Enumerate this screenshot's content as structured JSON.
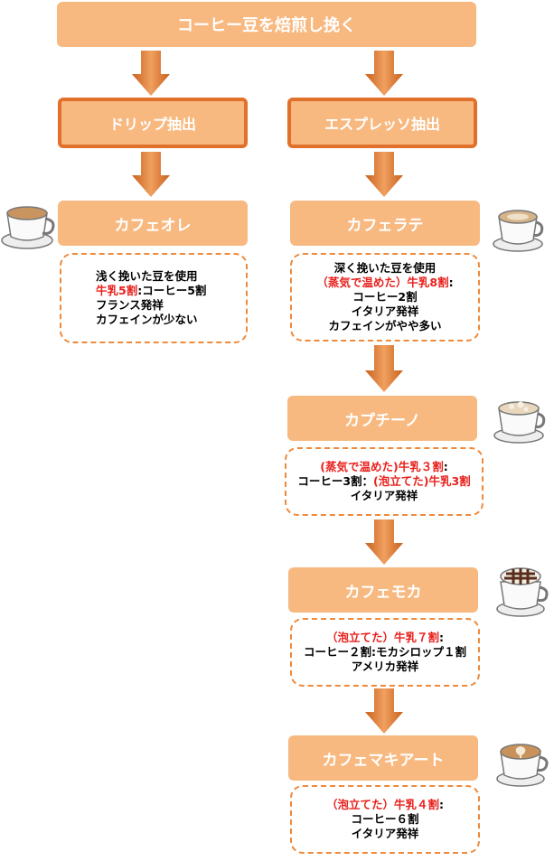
{
  "top": {
    "title": "コーヒー豆を焙煎し挽く"
  },
  "methods": {
    "drip": "ドリップ抽出",
    "espresso": "エスプレッソ抽出"
  },
  "cafe_au_lait": {
    "name": "カフェオレ",
    "l1": "浅く挽いた豆を使用",
    "l2_red": "牛乳5割",
    "l2_black": ":コーヒー5割",
    "l3": "フランス発祥",
    "l4": "カフェインが少ない"
  },
  "cafe_latte": {
    "name": "カフェラテ",
    "l1": "深く挽いた豆を使用",
    "l2_red": "（蒸気で温めた）牛乳8割",
    "l2_black": ":",
    "l3": "コーヒー2割",
    "l4": "イタリア発祥",
    "l5": "カフェインがやや多い"
  },
  "cappuccino": {
    "name": "カプチーノ",
    "l1_red": "(蒸気で温めた)牛乳３割",
    "l1_black": ":",
    "l2_black": "コーヒー3割：",
    "l2_red": "(泡立てた)牛乳3割",
    "l3": "イタリア発祥"
  },
  "cafe_mocha": {
    "name": "カフェモカ",
    "l1_red": "（泡立てた）牛乳７割",
    "l1_black": ":",
    "l2": "コーヒー２割:モカシロップ１割",
    "l3": "アメリカ発祥"
  },
  "macchiato": {
    "name": "カフェマキアート",
    "l1_red": "（泡立てた）牛乳４割",
    "l1_black": ":",
    "l2": "コーヒー６割",
    "l3": "イタリア発祥"
  },
  "colors": {
    "box_fill": "#f8b981",
    "box_border": "#e0702a",
    "arrow": "#e58a3c",
    "dashed": "#ee8a3c",
    "red_text": "#e8201c"
  }
}
